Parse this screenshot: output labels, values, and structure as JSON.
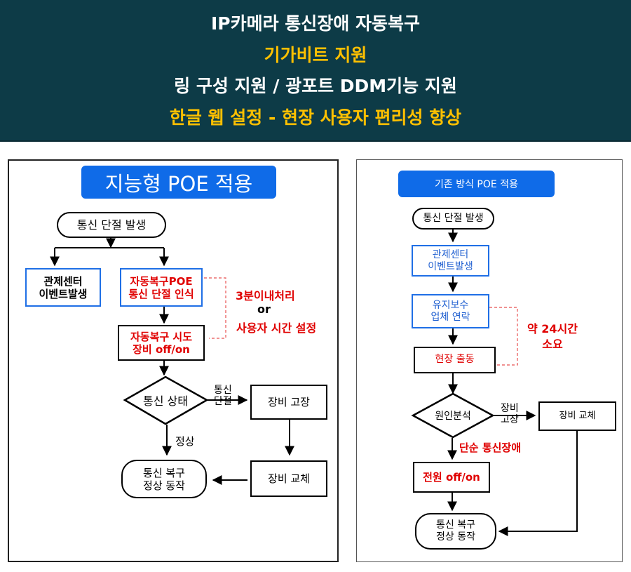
{
  "banner": {
    "line1": "IP카메라 통신장애 자동복구",
    "line2": "기가비트 지원",
    "line3": "링 구성 지원  / 광포트 DDM기능 지원",
    "line4": "한글 웹 설정  - 현장 사용자 편리성 향상",
    "colors": {
      "background": "#0d3b47",
      "white": "#ffffff",
      "yellow": "#ffc000"
    }
  },
  "left": {
    "title": "지능형 POE 적용",
    "start": "통신 단절 발생",
    "event_center": [
      "관제센터",
      "이벤트발생"
    ],
    "auto_detect": [
      "자동복구POE",
      "통신 단절 인식"
    ],
    "auto_retry": [
      "자동복구 시도",
      "장비 off/on"
    ],
    "timing_note": [
      "3분이내처리",
      "or",
      "사용자 시간 설정"
    ],
    "decision": "통신 상태",
    "branch_cut": [
      "통신",
      "단절"
    ],
    "fault": "장비 고장",
    "normal": "정상",
    "replace": "장비 교체",
    "end": [
      "통신 복구",
      "정상 동작"
    ]
  },
  "right": {
    "title": "기존 방식  POE 적용",
    "start": "통신 단절 발생",
    "event_center": [
      "관제센터",
      "이벤트발생"
    ],
    "contact": [
      "유지보수",
      "업체 연락"
    ],
    "dispatch": "현장 출동",
    "time_note": [
      "약 24시간",
      "소요"
    ],
    "decision": "원인분석",
    "branch_fault": [
      "장비",
      "고장"
    ],
    "replace": "장비  교체",
    "simple_fault": "단순 통신장애",
    "power": "전원 off/on",
    "end": [
      "통신 복구",
      "정상 동작"
    ]
  },
  "colors": {
    "accent_blue": "#0f6be8",
    "box_blue": "#1f6fe6",
    "alert_red": "#e00000"
  }
}
